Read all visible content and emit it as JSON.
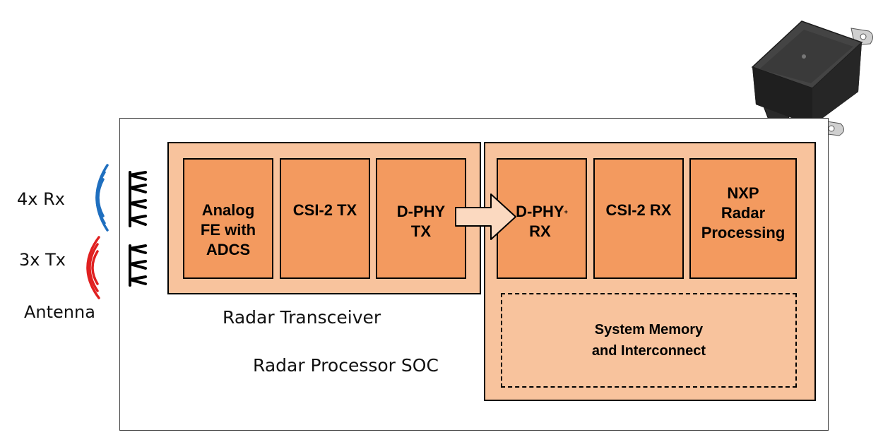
{
  "left_labels": {
    "rx": "4x Rx",
    "tx": "3x Tx",
    "antenna": "Antenna"
  },
  "transceiver": {
    "label": "Radar Transceiver",
    "blocks": {
      "analog_fe": "Analog\nFE with\nADCS",
      "csi2_tx": "CSI-2  TX",
      "dphy_tx": "D-PHY\nTX"
    }
  },
  "processor": {
    "soc_label": "Radar Processor SOC",
    "blocks": {
      "dphy_rx": "D-PHY\nRX",
      "dphy_rx_mark": "+",
      "csi2_rx": "CSI-2 RX",
      "nxp": "NXP\nRadar\nProcessing"
    },
    "memory": "System  Memory\nand Interconnect"
  },
  "colors": {
    "block_fill": "#f39a5f",
    "group_fill": "#f8c39d",
    "rx_wave": "#1f6fbf",
    "tx_wave": "#e02020",
    "arrow_fill": "#fbd9c0"
  },
  "icons": {
    "rx_waves": "radio-wave-icon",
    "tx_waves": "radio-wave-icon",
    "antenna": "antenna-array-icon",
    "device": "radar-module-device-icon"
  }
}
